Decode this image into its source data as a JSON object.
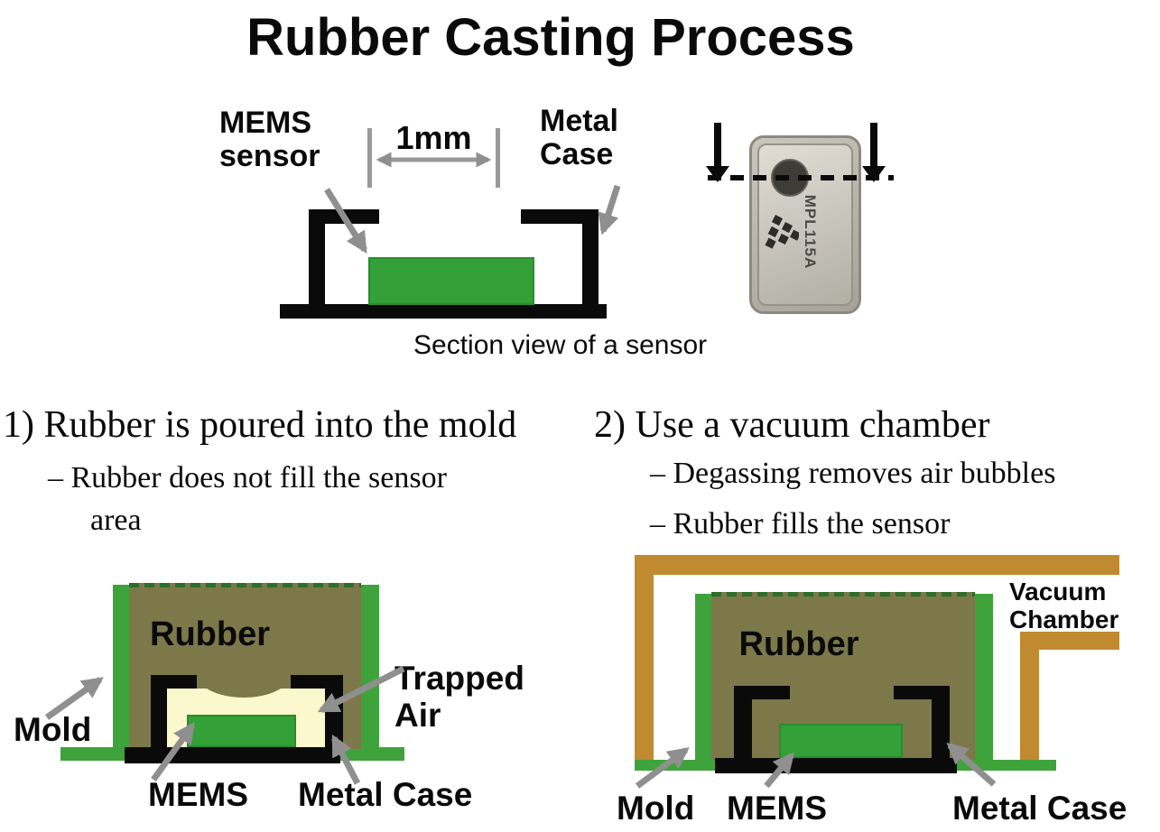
{
  "title": "Rubber Casting Process",
  "section_view": {
    "mems_label": "MEMS\nsensor",
    "dimension": "1mm",
    "case_label": "Metal\nCase",
    "caption": "Section view of a sensor"
  },
  "chip_photo": {
    "part_number": "MPL115A"
  },
  "steps": [
    {
      "heading": "1) Rubber is poured into the mold",
      "bullets": [
        "– Rubber does not fill the sensor area"
      ],
      "labels": {
        "rubber": "Rubber",
        "mold": "Mold",
        "trapped_air": "Trapped\nAir",
        "mems": "MEMS",
        "metal_case": "Metal Case"
      }
    },
    {
      "heading": "2) Use a vacuum chamber",
      "bullets": [
        "– Degassing removes air bubbles",
        "– Rubber fills the sensor"
      ],
      "labels": {
        "rubber": "Rubber",
        "vacuum_chamber": "Vacuum\nChamber",
        "mold": "Mold",
        "mems": "MEMS",
        "metal_case": "Metal Case"
      }
    }
  ],
  "colors": {
    "mold_green": "#3fa33c",
    "mems_green": "#33a038",
    "rubber_olive": "#7c784a",
    "trapped_air_cream": "#faf8cc",
    "chamber_tan": "#c08a30",
    "arrow_gray": "#8f8f8f"
  }
}
